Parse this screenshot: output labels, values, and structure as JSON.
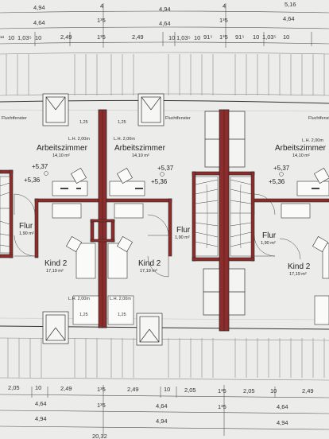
{
  "dims_top_row1": [
    "4,94",
    "4",
    "4,94",
    "4",
    "5,16"
  ],
  "dims_top_row2": [
    "4,64",
    "1³5",
    "4,64",
    "1³5",
    "4,64"
  ],
  "dims_top_row3": [
    "¹³",
    "10",
    "1,03⁵",
    "10",
    "2,49",
    "1³5",
    "2,49",
    "10",
    "1,03⁵",
    "10",
    "91⁵",
    "1³5",
    "91⁵",
    "10",
    "1,03⁵",
    "10"
  ],
  "dims_bottom_row1": [
    "2,05",
    "10",
    "2,49",
    "1³5",
    "2,49",
    "10",
    "2,05",
    "1³5",
    "2,05",
    "10",
    "2,49"
  ],
  "dims_bottom_row2": [
    "4,64",
    "1³5",
    "4,64",
    "1³5",
    "4,64"
  ],
  "dims_bottom_row3": [
    "4,94",
    "4,94",
    "4,94"
  ],
  "dim_total_bottom": "20,32",
  "window_label": "Fluchtfenster",
  "window_dim": "1,25",
  "ceiling_height": "L.H. 2,00m",
  "level_plus_537": "+5,37",
  "level_plus_536": "+5,36",
  "rooms": [
    {
      "name": "Arbeitszimmer",
      "area": "14,10 m²"
    },
    {
      "name": "Arbeitszimmer",
      "area": "14,10 m²"
    },
    {
      "name": "Arbeitszimmer",
      "area": "14,10 m²"
    },
    {
      "name": "Flur",
      "area": "1,90 m²"
    },
    {
      "name": "Flur",
      "area": "1,90 m²"
    },
    {
      "name": "Flur",
      "area": "1,90 m²"
    },
    {
      "name": "Kind 2",
      "area": "17,19 m²"
    },
    {
      "name": "Kind 2",
      "area": "17,19 m²"
    },
    {
      "name": "Kind 2",
      "area": "17,19 m²"
    }
  ]
}
